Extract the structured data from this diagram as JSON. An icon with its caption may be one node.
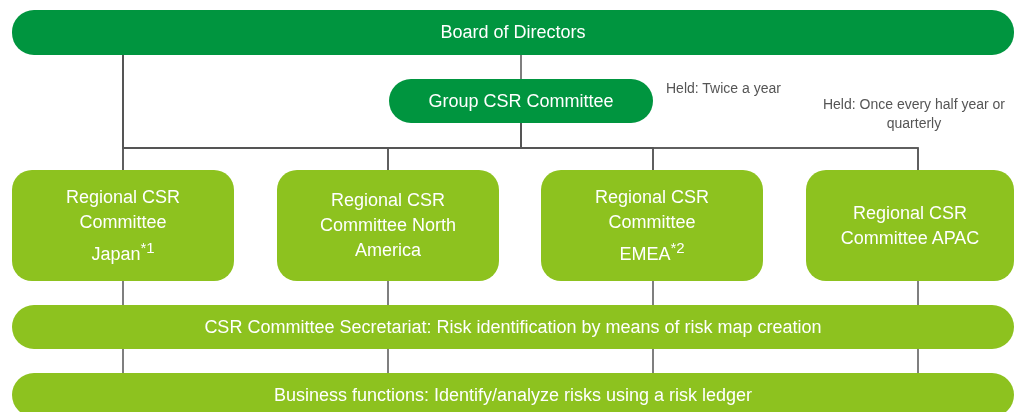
{
  "diagram": {
    "nodes": [
      {
        "text": [
          "Board of Directors"
        ]
      },
      {
        "text": [
          "Group CSR Committee"
        ],
        "beside": [
          "Held: Twice a year"
        ]
      },
      {
        "text": [
          "Regional CSR Committee Japan$^{*1}$"
        ]
      },
      {
        "text": [
          "Regional CSR Committee North America"
        ]
      },
      {
        "text": [
          "Regional CSR Committee EMEA$^{*2}$"
        ]
      },
      {
        "text": [
          "Regional CSR Committee APAC"
        ]
      },
      {
        "text": [
          "CSR Committee Secretariat: Risk identification by means of risk map creation"
        ]
      },
      {
        "text": [
          "Business functions: Identify/analyze risks using a risk ledger"
        ]
      }
    ],
    "edges": [
      {
        "from": 0,
        "to": 1,
        "arrow": "none"
      },
      {
        "from": 0,
        "to": 2,
        "arrow": "none"
      },
      {
        "from": 0,
        "to": 3,
        "arrow": "none"
      },
      {
        "from": 0,
        "to": 4,
        "arrow": "none"
      },
      {
        "from": 0,
        "to": 5,
        "arrow": "none"
      },
      {
        "from": 1,
        "to": 2,
        "arrow": "none"
      },
      {
        "from": 1,
        "to": 3,
        "arrow": "none"
      },
      {
        "from": 1,
        "to": 4,
        "arrow": "none"
      },
      {
        "from": 1,
        "to": 5,
        "arrow": "none"
      },
      {
        "from": 2,
        "to": 6,
        "arrow": "none"
      },
      {
        "from": 3,
        "to": 6,
        "arrow": "none"
      },
      {
        "from": 4,
        "to": 6,
        "arrow": "none"
      },
      {
        "from": 5,
        "to": 6,
        "arrow": "none"
      },
      {
        "from": 6,
        "to": 7,
        "arrow": "none"
      },
      {
        "from": 6,
        "to": 7,
        "arrow": "none"
      },
      {
        "from": 6,
        "to": 7,
        "arrow": "none"
      },
      {
        "from": 6,
        "to": 7,
        "arrow": "none"
      }
    ],
    "labels": [
      "Held: Once every half year or quarterly"
    ]
  }
}
